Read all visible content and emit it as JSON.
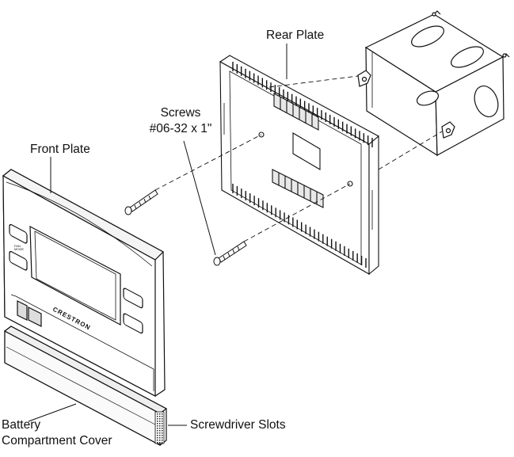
{
  "callouts": {
    "rear_plate": "Rear Plate",
    "screws_line1": "Screws",
    "screws_line2": "#06-32 x 1\"",
    "front_plate": "Front Plate",
    "battery_line1": "Battery",
    "battery_line2": "Compartment Cover",
    "screwdriver_slots": "Screwdriver Slots"
  },
  "device": {
    "brand": "CRESTRON",
    "button_marks": [
      "FAN",
      "MODE"
    ]
  }
}
